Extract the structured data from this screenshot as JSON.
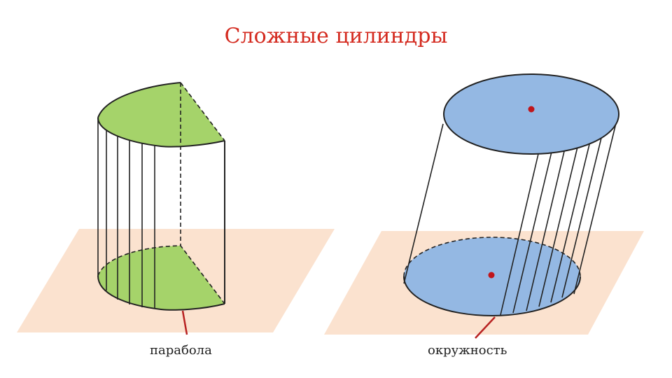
{
  "title": "Сложные цилиндры",
  "figures": [
    {
      "label": "парабола",
      "base_color": "#a5d36a"
    },
    {
      "label": "окружность",
      "base_color": "#94b8e3"
    }
  ],
  "colors": {
    "plane": "#fbe2cf",
    "title": "#d42a1f",
    "center_point": "#c0151b",
    "pointer": "#b82222"
  }
}
